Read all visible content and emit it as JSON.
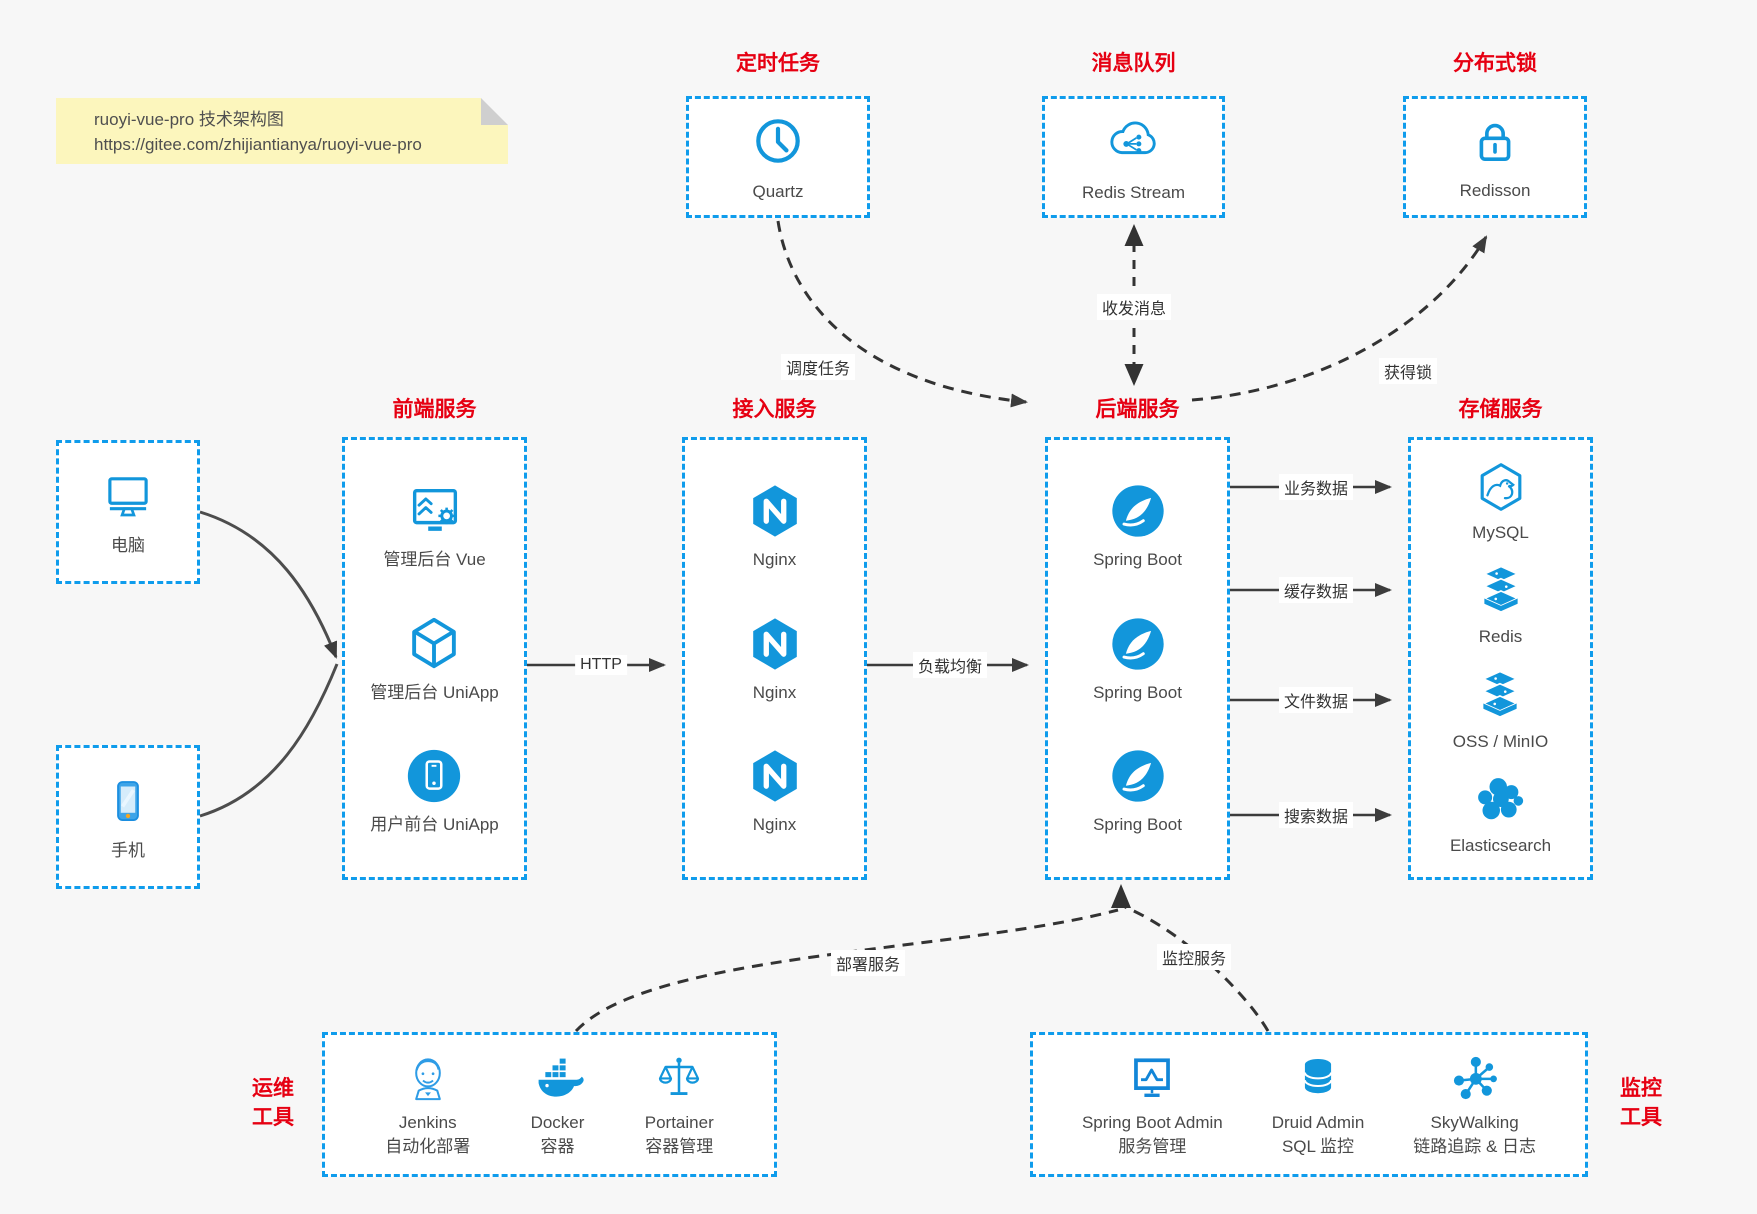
{
  "colors": {
    "canvas_bg": "#f7f7f7",
    "accent_blue": "#0f9cec",
    "icon_blue": "#1296db",
    "title_red": "#e60012",
    "note_bg": "#fcf6bd",
    "arrow_dark": "#3c3c3c"
  },
  "note": {
    "line1": "ruoyi-vue-pro 技术架构图",
    "line2": "https://gitee.com/zhijiantianya/ruoyi-vue-pro"
  },
  "top_groups": [
    {
      "title": "定时任务",
      "item": {
        "label": "Quartz",
        "icon": "clock-icon"
      }
    },
    {
      "title": "消息队列",
      "item": {
        "label": "Redis Stream",
        "icon": "cloud-stream-icon"
      }
    },
    {
      "title": "分布式锁",
      "item": {
        "label": "Redisson",
        "icon": "lock-icon"
      }
    }
  ],
  "clients": [
    {
      "label": "电脑",
      "icon": "desktop-icon"
    },
    {
      "label": "手机",
      "icon": "smartphone-icon"
    }
  ],
  "columns": [
    {
      "title": "前端服务",
      "items": [
        {
          "label": "管理后台 Vue",
          "icon": "admin-vue-icon"
        },
        {
          "label": "管理后台 UniApp",
          "icon": "uniapp-cube-icon"
        },
        {
          "label": "用户前台 UniApp",
          "icon": "user-app-icon"
        }
      ]
    },
    {
      "title": "接入服务",
      "items": [
        {
          "label": "Nginx",
          "icon": "nginx-icon"
        },
        {
          "label": "Nginx",
          "icon": "nginx-icon"
        },
        {
          "label": "Nginx",
          "icon": "nginx-icon"
        }
      ]
    },
    {
      "title": "后端服务",
      "items": [
        {
          "label": "Spring Boot",
          "icon": "spring-boot-icon"
        },
        {
          "label": "Spring Boot",
          "icon": "spring-boot-icon"
        },
        {
          "label": "Spring Boot",
          "icon": "spring-boot-icon"
        }
      ]
    },
    {
      "title": "存储服务",
      "items": [
        {
          "label": "MySQL",
          "icon": "mysql-icon"
        },
        {
          "label": "Redis",
          "icon": "redis-stack-icon"
        },
        {
          "label": "OSS / MinIO",
          "icon": "oss-stack-icon"
        },
        {
          "label": "Elasticsearch",
          "icon": "elasticsearch-icon"
        }
      ]
    }
  ],
  "bottom_groups": [
    {
      "title_line1": "运维",
      "title_line2": "工具",
      "items": [
        {
          "label": "Jenkins",
          "sub": "自动化部署",
          "icon": "jenkins-icon"
        },
        {
          "label": "Docker",
          "sub": "容器",
          "icon": "docker-icon"
        },
        {
          "label": "Portainer",
          "sub": "容器管理",
          "icon": "portainer-icon"
        }
      ]
    },
    {
      "title_line1": "监控",
      "title_line2": "工具",
      "items": [
        {
          "label": "Spring Boot Admin",
          "sub": "服务管理",
          "icon": "spring-boot-admin-icon"
        },
        {
          "label": "Druid Admin",
          "sub": "SQL 监控",
          "icon": "druid-icon"
        },
        {
          "label": "SkyWalking",
          "sub": "链路追踪 & 日志",
          "icon": "skywalking-icon"
        }
      ]
    }
  ],
  "edges": {
    "http": "HTTP",
    "load_balance": "负载均衡",
    "schedule_job": "调度任务",
    "send_receive_message": "收发消息",
    "acquire_lock": "获得锁",
    "business_data": "业务数据",
    "cache_data": "缓存数据",
    "file_data": "文件数据",
    "search_data": "搜索数据",
    "deploy_service": "部署服务",
    "monitor_service": "监控服务"
  }
}
